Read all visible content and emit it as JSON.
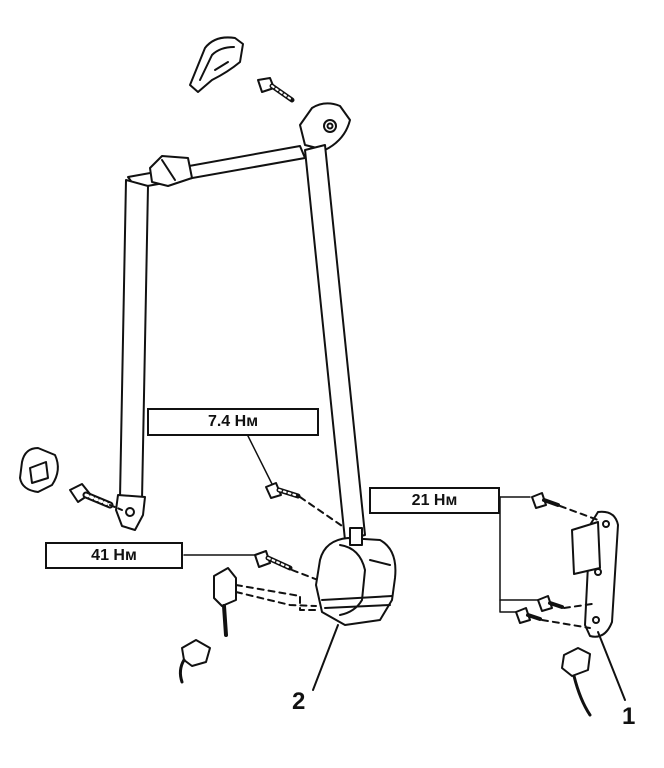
{
  "torque_labels": {
    "upper_anchor_bolt": "7.4 Нм",
    "pretensioner_sensor_bolts": "21 Нм",
    "retractor_bolt": "41 Нм"
  },
  "callouts": {
    "sensor_unit": "1",
    "retractor": "2"
  },
  "colors": {
    "line": "#111111",
    "background": "#ffffff"
  }
}
